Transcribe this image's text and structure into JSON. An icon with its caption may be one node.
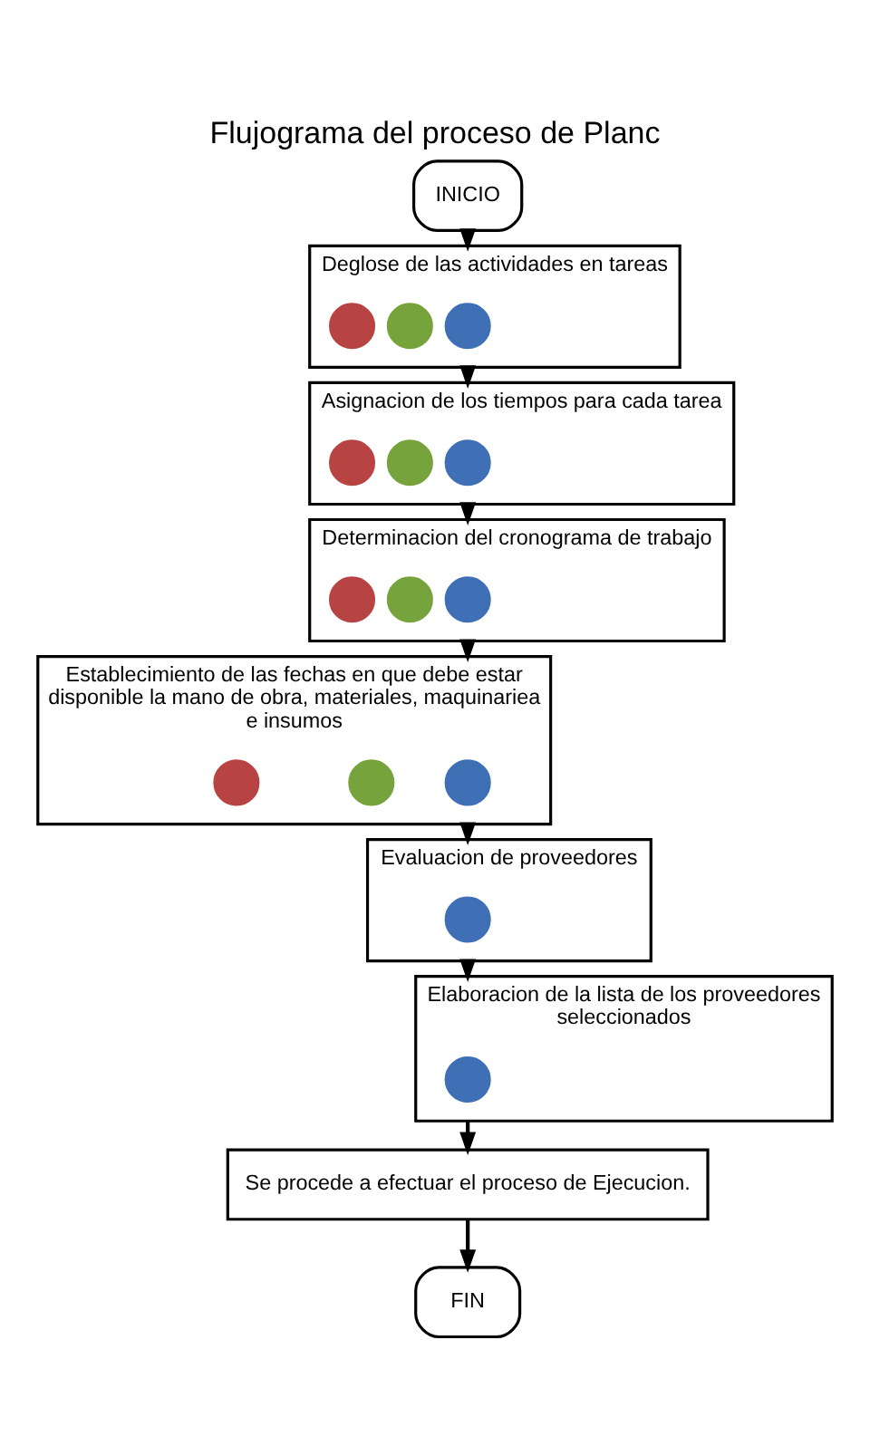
{
  "diagram": {
    "title": "Flujograma del proceso de Planc",
    "nodes": [
      {
        "text": [
          "INICIO"
        ]
      },
      {
        "text": [
          "Deglose de las actividades en tareas"
        ]
      },
      {
        "text": [],
        "shape": "circle",
        "in": 1
      },
      {
        "text": [],
        "shape": "circle",
        "in": 1
      },
      {
        "text": [],
        "shape": "circle",
        "in": 1
      },
      {
        "text": [
          "Asignacion de los tiempos para cada tarea"
        ]
      },
      {
        "text": [],
        "shape": "circle",
        "in": 5
      },
      {
        "text": [],
        "shape": "circle",
        "in": 5
      },
      {
        "text": [],
        "shape": "circle",
        "in": 5
      },
      {
        "text": [
          "Determinacion del cronograma de trabajo"
        ]
      },
      {
        "text": [],
        "shape": "circle",
        "in": 9
      },
      {
        "text": [],
        "shape": "circle",
        "in": 9
      },
      {
        "text": [],
        "shape": "circle",
        "in": 9
      },
      {
        "text": [
          "Establecimiento de las fechas en que debe estar disponible la mano de obra, materiales, maquinariea e insumos"
        ]
      },
      {
        "text": [],
        "shape": "circle",
        "in": 13
      },
      {
        "text": [],
        "shape": "circle",
        "in": 13
      },
      {
        "text": [],
        "shape": "circle",
        "in": 13
      },
      {
        "text": [
          "Evaluacion de proveedores"
        ]
      },
      {
        "text": [],
        "shape": "circle",
        "in": 17
      },
      {
        "text": [
          "Elaboracion de la lista de los proveedores seleccionados"
        ]
      },
      {
        "text": [],
        "shape": "circle",
        "in": 19
      },
      {
        "text": [
          "Se procede a efectuar el proceso de Ejecucion."
        ]
      },
      {
        "text": [
          "FIN"
        ]
      }
    ],
    "edges": [
      {
        "from": 0,
        "to": 1,
        "arrow": "to"
      },
      {
        "from": 1,
        "to": 5,
        "arrow": "to"
      },
      {
        "from": 5,
        "to": 9,
        "arrow": "to"
      },
      {
        "from": 9,
        "to": 13,
        "arrow": "to"
      },
      {
        "from": 13,
        "to": 17,
        "arrow": "to"
      },
      {
        "from": 17,
        "to": 19,
        "arrow": "to"
      },
      {
        "from": 19,
        "to": 21,
        "arrow": "to"
      },
      {
        "from": 21,
        "to": 22,
        "arrow": "to"
      }
    ]
  }
}
